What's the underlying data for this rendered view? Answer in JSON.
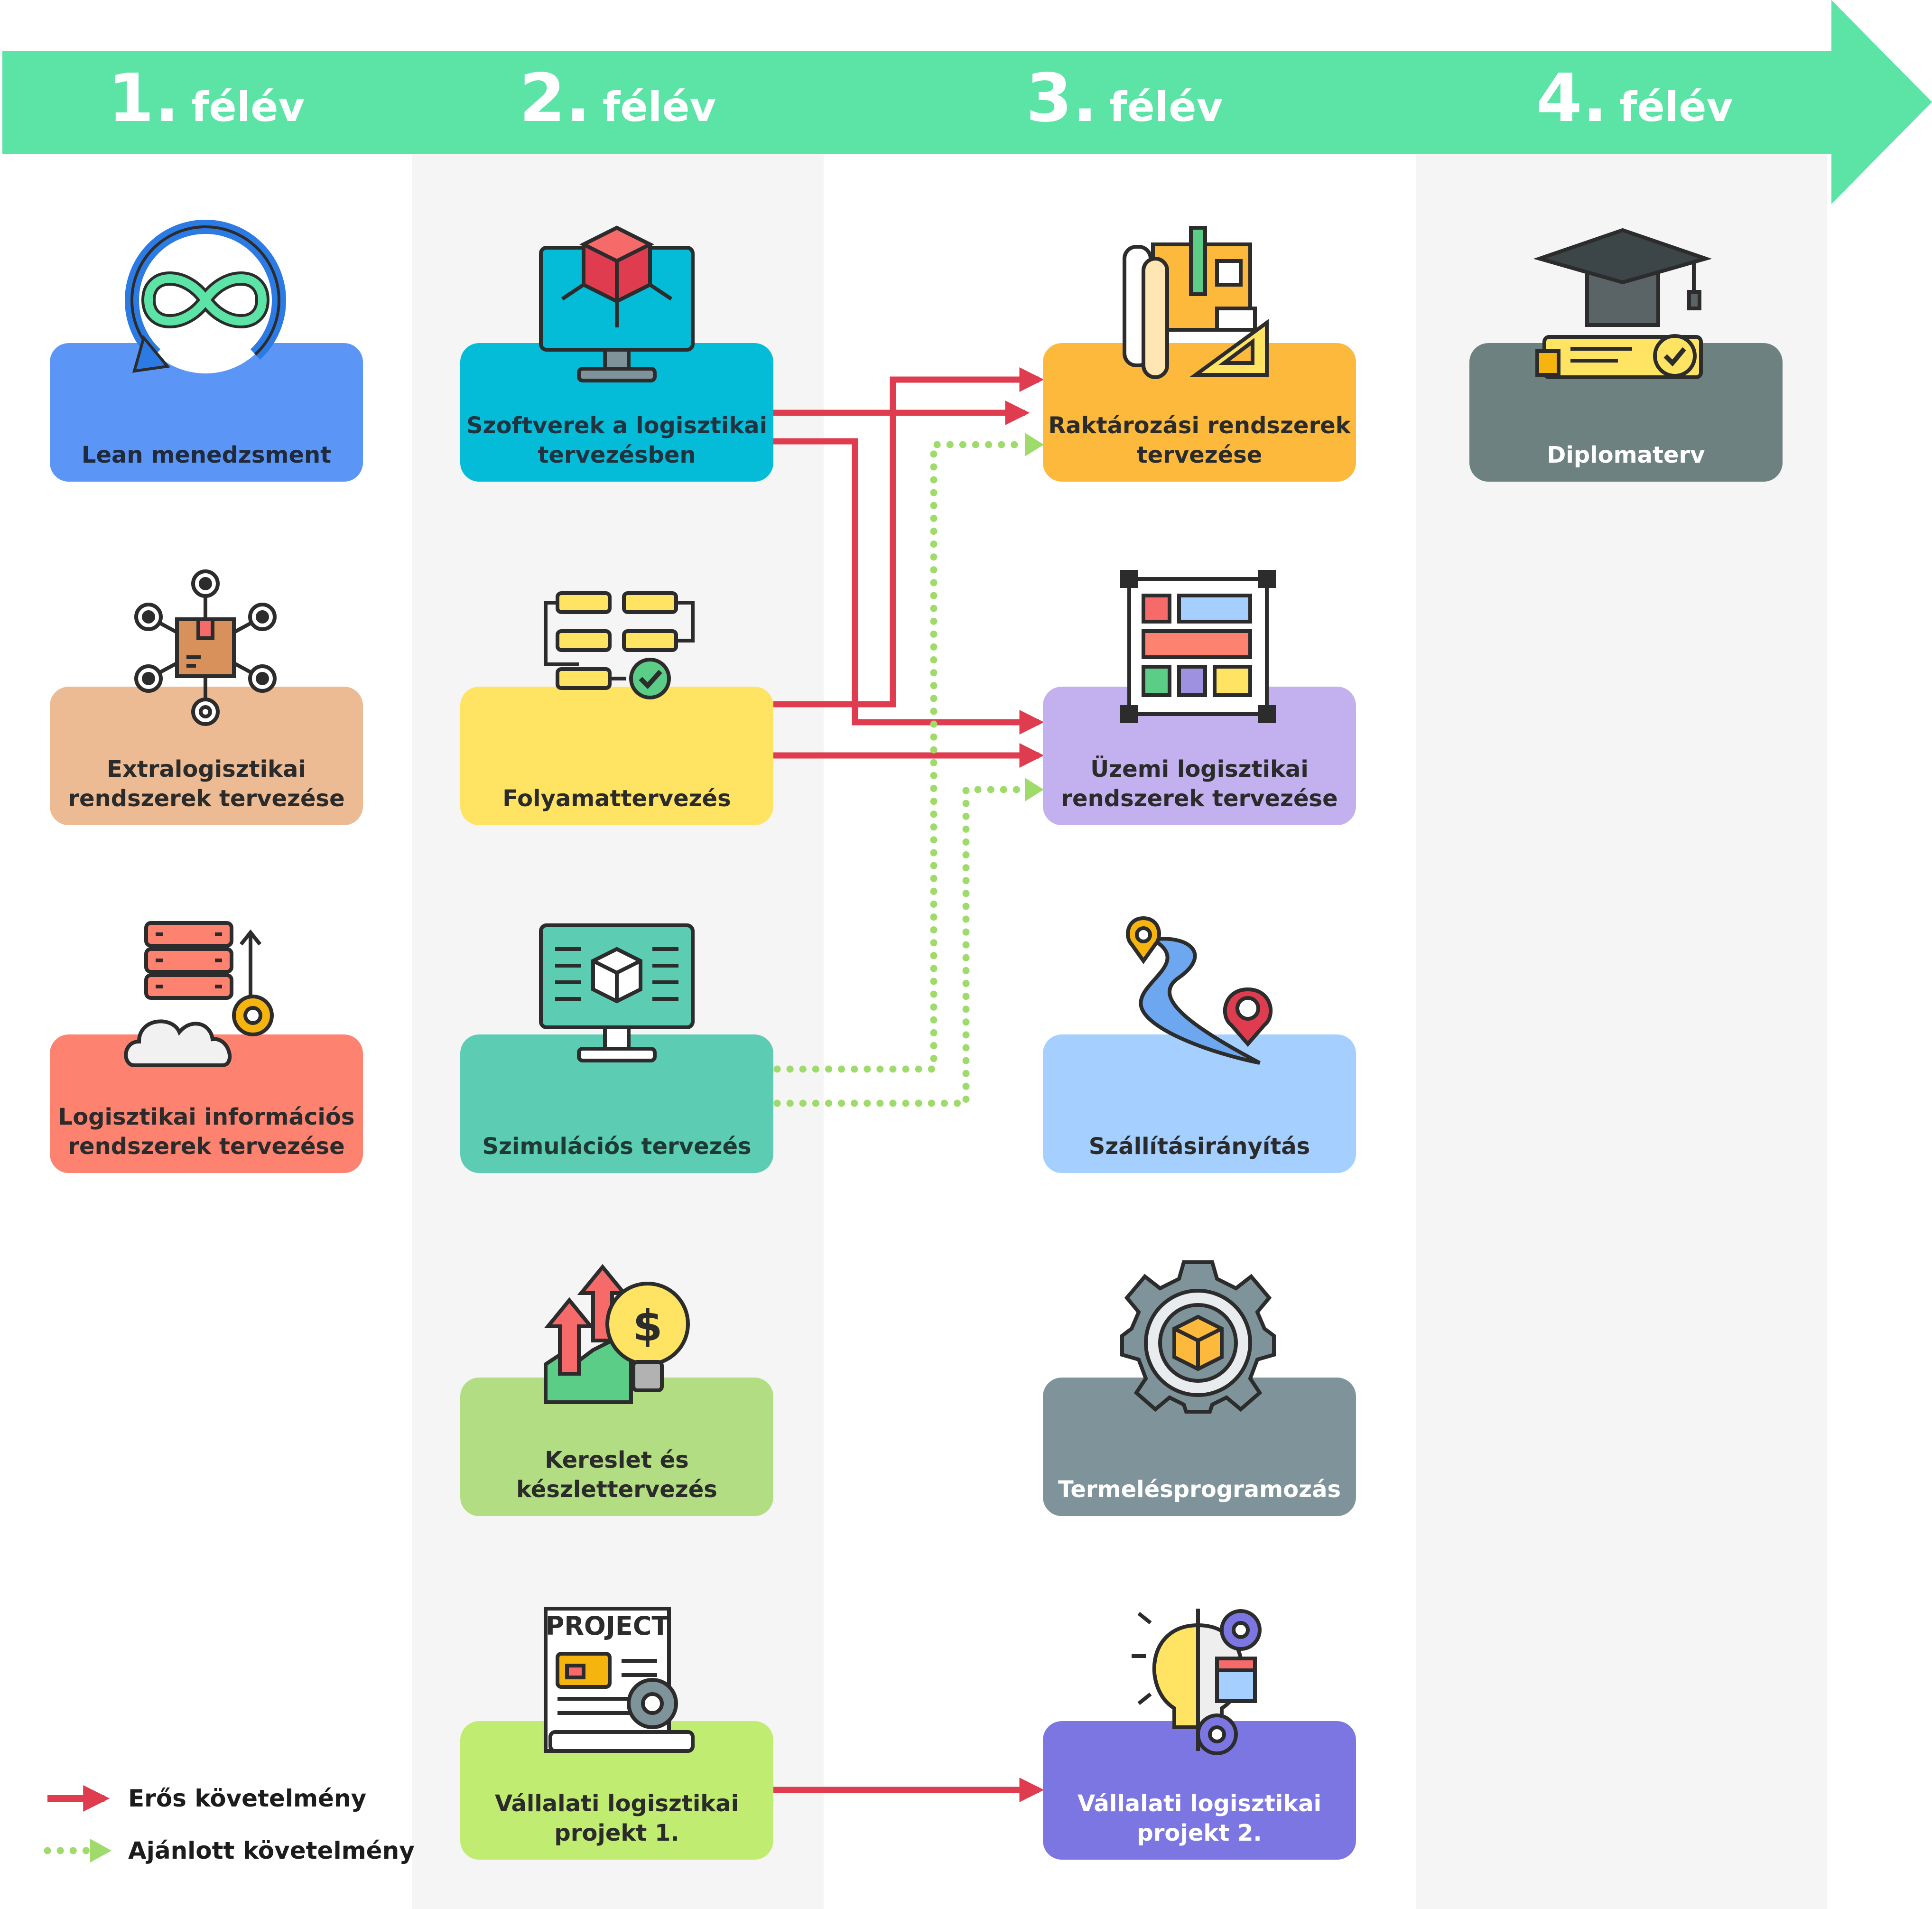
{
  "semesters": [
    {
      "number": "1.",
      "word": "félév"
    },
    {
      "number": "2.",
      "word": "félév"
    },
    {
      "number": "3.",
      "word": "félév"
    },
    {
      "number": "4.",
      "word": "félév"
    }
  ],
  "courses": {
    "lean": {
      "lines": [
        "Lean menedzsment"
      ],
      "color": "#5b96f6",
      "text_color": "#1f2a3c",
      "icon": "infinity-cycle-icon"
    },
    "extra": {
      "lines": [
        "Extralogisztikai",
        "rendszerek tervezése"
      ],
      "color": "#edbb93",
      "text_color": "#2b2b2b",
      "icon": "package-network-icon"
    },
    "info": {
      "lines": [
        "Logisztikai információs",
        "rendszerek tervezése"
      ],
      "color": "#fd8370",
      "text_color": "#2b2b2b",
      "icon": "server-cloud-icon"
    },
    "szoftver": {
      "lines": [
        "Szoftverek a logisztikai",
        "tervezésben"
      ],
      "color": "#04bcd8",
      "text_color": "#1f3340",
      "icon": "monitor-cube-icon"
    },
    "folyamat": {
      "lines": [
        "Folyamattervezés"
      ],
      "color": "#ffe363",
      "text_color": "#2b2b2b",
      "icon": "flowchart-icon"
    },
    "szimulacio": {
      "lines": [
        "Szimulációs tervezés"
      ],
      "color": "#5ccdb3",
      "text_color": "#1f3a35",
      "icon": "simulation-monitor-icon"
    },
    "kereslet": {
      "lines": [
        "Kereslet és",
        "készlettervezés"
      ],
      "color": "#b2dd82",
      "text_color": "#2b2b2b",
      "icon": "growth-bulb-icon"
    },
    "vallalati1": {
      "lines": [
        "Vállalati logisztikai",
        "projekt 1."
      ],
      "color": "#c1ec72",
      "text_color": "#2b2b2b",
      "icon": "project-document-icon"
    },
    "raktar": {
      "lines": [
        "Raktározási rendszerek",
        "tervezése"
      ],
      "color": "#fcb93b",
      "text_color": "#2b2b2b",
      "icon": "blueprint-icon"
    },
    "uzemi": {
      "lines": [
        "Üzemi logisztikai",
        "rendszerek tervezése"
      ],
      "color": "#c3b0ef",
      "text_color": "#2b2b2b",
      "icon": "layout-plan-icon"
    },
    "szallitas": {
      "lines": [
        "Szállításirányítás"
      ],
      "color": "#a5cffe",
      "text_color": "#2b2b2b",
      "icon": "route-pin-icon"
    },
    "termeles": {
      "lines": [
        "Termelésprogramozás"
      ],
      "color": "#7f949a",
      "text_color": "#ffffff",
      "icon": "gear-box-icon"
    },
    "vallalati2": {
      "lines": [
        "Vállalati logisztikai",
        "projekt 2."
      ],
      "color": "#7c76e3",
      "text_color": "#ffffff",
      "icon": "idea-gears-icon"
    },
    "diploma": {
      "lines": [
        "Diplomaterv"
      ],
      "color": "#6d8180",
      "text_color": "#ffffff",
      "icon": "graduation-cap-icon"
    }
  },
  "legend": {
    "strong": "Erős követelmény",
    "recommended": "Ajánlott követelmény"
  },
  "colors": {
    "timeline": "#5ce3a6",
    "strong_arrow": "#e03c50",
    "recommended_arrow": "#9fdb6a",
    "column_shade": "#f5f5f5"
  }
}
